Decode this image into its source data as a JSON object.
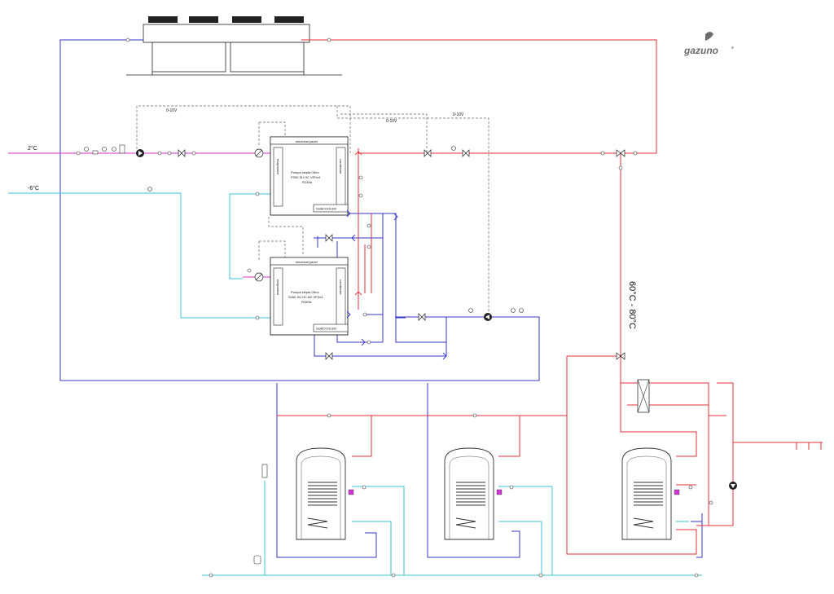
{
  "brand": {
    "logo_text": "gazuno",
    "logo_mark": "®",
    "accent_gray": "#6b6b6b"
  },
  "colors": {
    "hot": "#e0313a",
    "cold": "#3437c9",
    "brine": "#39c6d9",
    "glycol": "#d236d2",
    "signal": "#666666"
  },
  "labels": {
    "signal_left": "0-10V",
    "signal_mid": "0-10V",
    "signal_right": "0-10V",
    "temp_glycol": "2°C",
    "temp_brine": "-6°C",
    "temp_range": "60°C - 80°C"
  },
  "heat_pumps": [
    {
      "panel": "electrical panel",
      "evaporator": "evaporator",
      "condenser": "condenser",
      "subcooler": "SUBCOOLER",
      "name_line1": "Pompa ciepła Ollon",
      "name_line2": "P300 SU HC VFDx4",
      "refrigerant": "R134a"
    },
    {
      "panel": "electrical panel",
      "evaporator": "evaporator",
      "condenser": "condenser",
      "subcooler": "SUBCOOLER",
      "name_line1": "Pompa ciepła Ollon",
      "name_line2": "S490 SU HC AD VFDx1",
      "refrigerant": "R450A"
    }
  ],
  "dry_cooler": {
    "fan_count": 4,
    "icon": "dry-cooler-icon"
  },
  "tanks": [
    {
      "icon": "storage-tank-icon"
    },
    {
      "icon": "storage-tank-icon"
    },
    {
      "icon": "storage-tank-icon"
    }
  ],
  "outlets": {
    "count": 3,
    "icon": "tap-outlet-icon"
  }
}
